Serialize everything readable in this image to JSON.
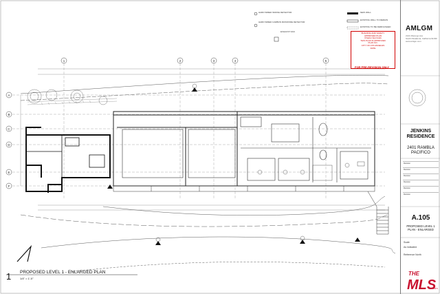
{
  "firm": {
    "name": "AMLGM",
    "details": [
      "2121 Marengo Ave",
      "South Pasadena, California 91030",
      "www.amlgm.com"
    ]
  },
  "stamp": {
    "lines": [
      "BUILDING AND SAFETY",
      "APPROVED PLAN",
      "Chapter Approvals",
      "THIS PLAN IS APPROVED",
      "PLAN NO.",
      "CITY OF LOS ANGELES",
      "DATE"
    ],
    "note": "FOR PRE-REVISION ONLY"
  },
  "project": {
    "name_line1": "JENKINS",
    "name_line2": "RESIDENCE",
    "address_line1": "2401 RAMBLA",
    "address_line2": "PACIFICO"
  },
  "sheet": {
    "number": "A.105",
    "title_line1": "PROPOSED LEVEL 1",
    "title_line2": "PLAN - ENLARGED",
    "scale_label": "Scale",
    "scale_value": "As indicated",
    "reference_label": "Reference North"
  },
  "drawing_title": {
    "number": "1",
    "text": "PROPOSED LEVEL 1 - ENLARGED PLAN",
    "scale": "1/4\" = 1'-0\""
  },
  "legend": {
    "col1": [
      "HARD WIRED SMOKE DETECTOR",
      "HARD WIRED CARBON MONOXIDE DETECTOR",
      "EXHAUST FAN"
    ],
    "col2": [
      "NEW WALL",
      "EXISTING WALL TO REMAIN",
      "EXISTING TO BE DEMOLISHED"
    ]
  },
  "grid": {
    "columns": [
      "1",
      "2",
      "3",
      "4",
      "5"
    ],
    "rows": [
      "A",
      "B",
      "C",
      "D",
      "E",
      "F"
    ]
  },
  "revisions": [
    "Revision",
    "Revision",
    "Revision",
    "Revision",
    "Revision",
    "Revision"
  ],
  "watermark": {
    "text": "THE MLS .com"
  }
}
